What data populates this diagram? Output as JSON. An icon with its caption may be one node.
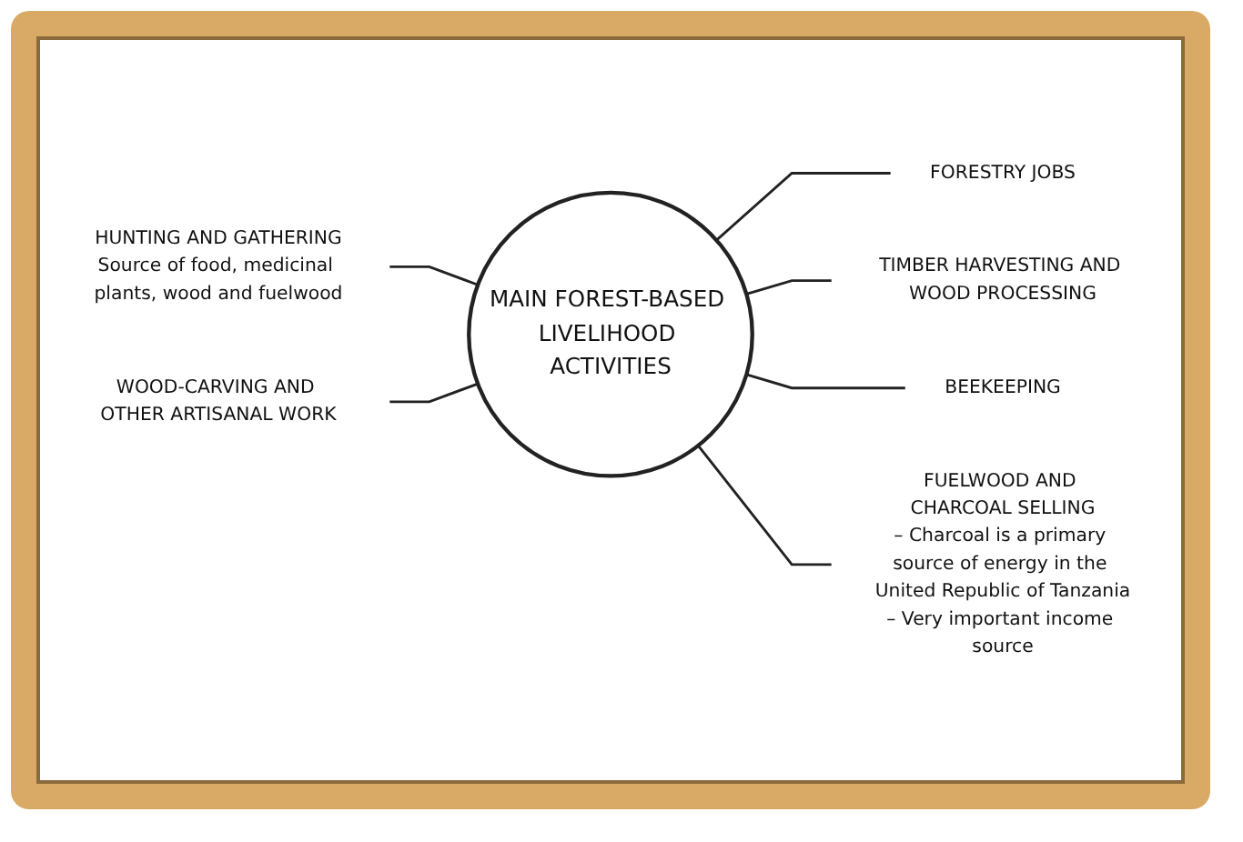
{
  "diagram": {
    "nodes": [
      {
        "text": [
          "MAIN FOREST-BASED LIVELIHOOD ACTIVITIES"
        ]
      },
      {
        "text": [
          "HUNTING AND GATHERING",
          "Source of food, medicinal plants, wood and fuelwood"
        ]
      },
      {
        "text": [
          "FORESTRY JOBS"
        ]
      },
      {
        "text": [
          "TIMBER HARVESTING AND WOOD PROCESSING"
        ]
      },
      {
        "text": [
          "BEEKEEPING"
        ]
      },
      {
        "text": [
          "FUELWOOD AND CHARCOAL SELLING",
          "– Charcoal is a primary source of energy in the United Republic of Tanzania",
          "– Very important income source"
        ]
      },
      {
        "text": [
          "WOOD-CARVING AND OTHER ARTISANAL WORK"
        ]
      }
    ],
    "edges": [
      {
        "from": 1,
        "to": 0,
        "arrow": "none"
      },
      {
        "from": 0,
        "to": 2,
        "arrow": "none"
      },
      {
        "from": 0,
        "to": 3,
        "arrow": "none"
      },
      {
        "from": 0,
        "to": 4,
        "arrow": "none"
      },
      {
        "from": 0,
        "to": 5,
        "arrow": "none"
      },
      {
        "from": 6,
        "to": 0,
        "arrow": "none"
      }
    ]
  }
}
